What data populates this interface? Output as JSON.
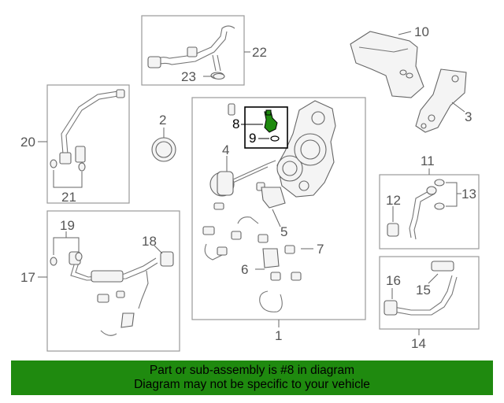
{
  "callouts": {
    "c1": "1",
    "c2": "2",
    "c3": "3",
    "c4": "4",
    "c5": "5",
    "c6": "6",
    "c7": "7",
    "c8": "8",
    "c9": "9",
    "c10": "10",
    "c11": "11",
    "c12": "12",
    "c13": "13",
    "c14": "14",
    "c15": "15",
    "c16": "16",
    "c17": "17",
    "c18": "18",
    "c19": "19",
    "c20": "20",
    "c21": "21",
    "c22": "22",
    "c23": "23"
  },
  "highlight": {
    "part_number": "8",
    "color": "#1f8a0f"
  },
  "banner": {
    "line1": "Part or sub-assembly is #8 in diagram",
    "line2": "Diagram may not be specific to your vehicle",
    "background": "#1f8a0f"
  }
}
